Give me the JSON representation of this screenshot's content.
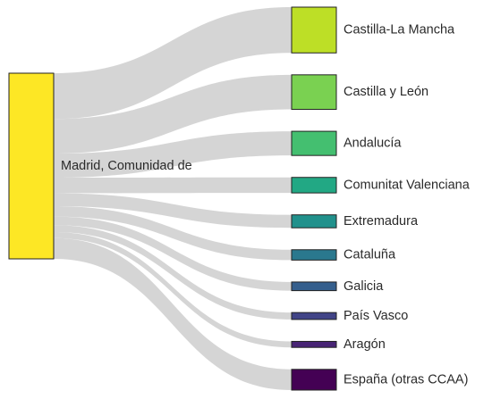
{
  "chart_data": {
    "type": "sankey",
    "source": {
      "name": "Madrid, Comunidad de",
      "color": "#fde725"
    },
    "targets": [
      {
        "name": "Castilla-La Mancha",
        "value": 53,
        "color": "#bddf26"
      },
      {
        "name": "Castilla y León",
        "value": 40,
        "color": "#7ad151"
      },
      {
        "name": "Andalucía",
        "value": 28,
        "color": "#44bf70"
      },
      {
        "name": "Comunitat Valenciana",
        "value": 18,
        "color": "#22a884"
      },
      {
        "name": "Extremadura",
        "value": 15,
        "color": "#21918c"
      },
      {
        "name": "Cataluña",
        "value": 12,
        "color": "#2a788e"
      },
      {
        "name": "Galicia",
        "value": 10,
        "color": "#355f8d"
      },
      {
        "name": "País Vasco",
        "value": 8,
        "color": "#414487"
      },
      {
        "name": "Aragón",
        "value": 7,
        "color": "#482475"
      },
      {
        "name": "España (otras CCAA)",
        "value": 24,
        "color": "#440154"
      }
    ],
    "link_color": "#d3d3d3"
  }
}
